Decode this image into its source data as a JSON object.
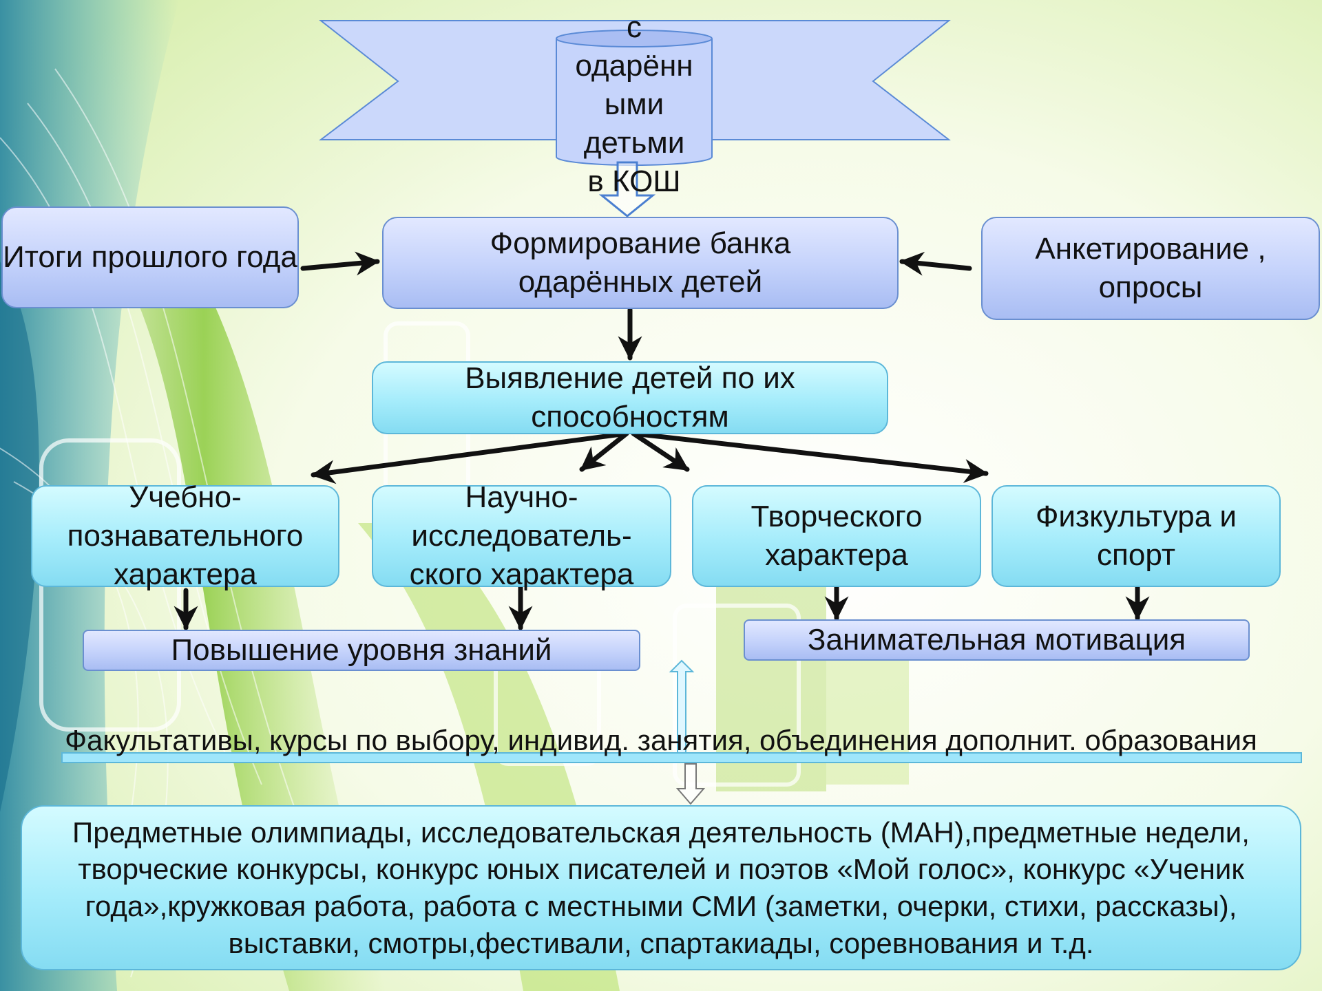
{
  "title_banner": {
    "lines": [
      "с",
      "одарённ",
      "ыми",
      "детьми",
      "в КОШ"
    ]
  },
  "nodes": {
    "bank": "Формирование банка одарённых детей",
    "last_year": "Итоги прошлого года",
    "survey": "Анкетирование , опросы",
    "identify": "Выявление детей по их способностям",
    "educational": "Учебно-познавательного характера",
    "research": "Научно-исследователь-ского характера",
    "creative": "Творческого характера",
    "sport": "Физкультура и спорт",
    "knowledge": "Повышение уровня знаний",
    "motivation": "Занимательная мотивация"
  },
  "band": {
    "text": "Факультативы, курсы по выбору, индивид. занятия, объединения дополнит. образования"
  },
  "activities": {
    "text": "Предметные олимпиады, исследовательская деятельность (МАН),предметные недели, творческие конкурсы, конкурс юных писателей и поэтов «Мой голос», конкурс «Ученик года»,кружковая работа, работа с местными СМИ (заметки, очерки, стихи, рассказы), выставки, смотры,фестивали, спартакиады, соревнования и т.д."
  },
  "colors": {
    "lavender": "#c4d2fb",
    "cyan": "#a5ecfb",
    "arrow": "#111111",
    "background_green": "#9ccf3a"
  }
}
